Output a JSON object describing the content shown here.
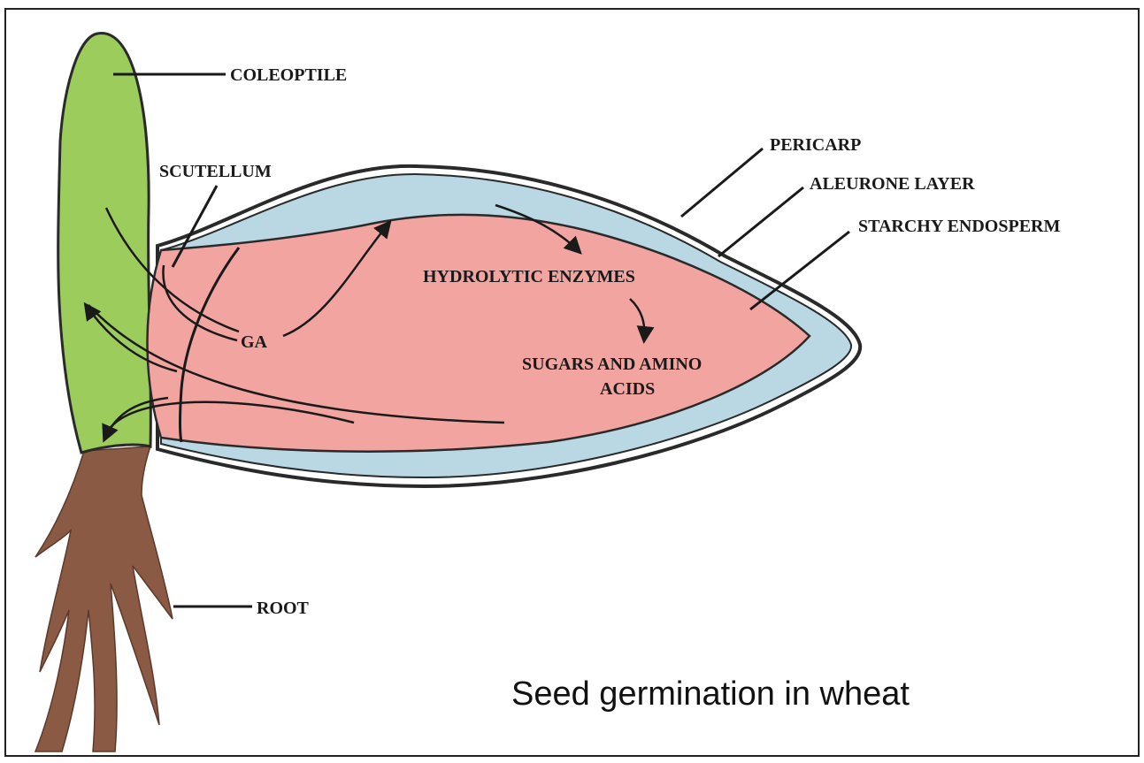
{
  "labels": {
    "coleoptile": "COLEOPTILE",
    "scutellum": "SCUTELLUM",
    "pericarp": "PERICARP",
    "aleurone": "ALEURONE LAYER",
    "endosperm": "STARCHY ENDOSPERM",
    "enzymes": "HYDROLYTIC ENZYMES",
    "sugars_line1": "SUGARS AND AMINO",
    "sugars_line2": "ACIDS",
    "ga": "GA",
    "root": "ROOT"
  },
  "caption": "Seed germination in wheat",
  "colors": {
    "coleoptile": "#9ccc5c",
    "root": "#8a5a44",
    "aleurone": "#b9d8e4",
    "endosperm": "#f2a5a0",
    "outline": "#2a2a2a",
    "frame": "#222222"
  }
}
